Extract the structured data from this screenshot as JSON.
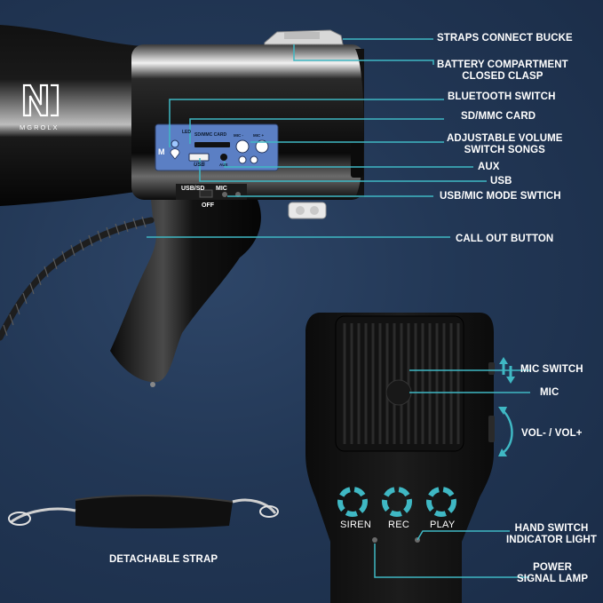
{
  "brand": {
    "name": "MGROLX"
  },
  "callouts": {
    "straps": "STRAPS CONNECT BUCKE",
    "battery_line1": "BATTERY COMPARTMENT",
    "battery_line2": "CLOSED CLASP",
    "bluetooth": "BLUETOOTH SWITCH",
    "sd_card": "SD/MMC CARD",
    "volume_line1": "ADJUSTABLE VOLUME",
    "volume_line2": "SWITCH SONGS",
    "aux": "AUX",
    "usb": "USB",
    "mode_switch": "USB/MIC MODE SWTICH",
    "call_out": "CALL OUT BUTTON",
    "mic_switch": "MIC SWITCH",
    "mic": "MIC",
    "vol": "VOL- / VOL+",
    "hand_switch_line1": "HAND SWITCH",
    "hand_switch_line2": "INDICATOR LIGHT",
    "power_line1": "POWER",
    "power_line2": "SIGNAL LAMP",
    "strap": "DETACHABLE STRAP"
  },
  "panel": {
    "led": "LED",
    "m": "M",
    "sd_label": "SD/MMC CARD",
    "usb_label": "USB",
    "aux_label": "AUX",
    "vol_minus": "MIC -",
    "vol_plus": "MIC +"
  },
  "body_labels": {
    "usb_sd": "USB/SD",
    "mic": "MIC",
    "off": "OFF"
  },
  "mic_buttons": {
    "siren": "SIREN",
    "rec": "REC",
    "play": "PLAY"
  },
  "colors": {
    "accent": "#3fb8c4",
    "background": "#223755",
    "panel": "#5b7fc4"
  }
}
